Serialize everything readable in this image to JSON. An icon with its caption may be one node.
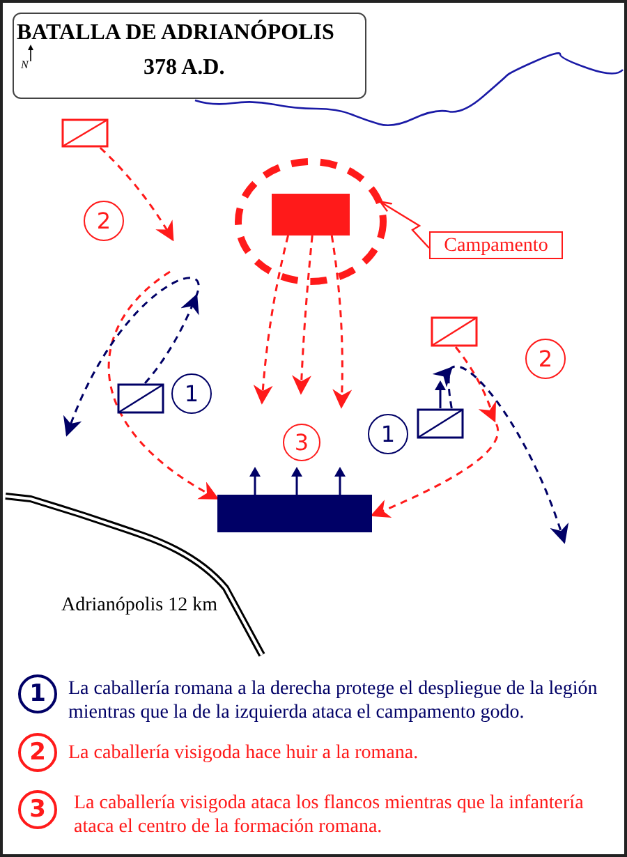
{
  "diagram": {
    "title": "BATALLA DE ADRIANÓPOLIS",
    "nodes": [
      {
        "text": [],
        "shape": "box"
      },
      {
        "text": [],
        "shape": "circle"
      },
      {
        "text": [],
        "shape": "box",
        "in": 1
      },
      {
        "text": [
          "Campamento"
        ]
      },
      {
        "text": [],
        "shape": "box"
      },
      {
        "text": [],
        "shape": "box"
      },
      {
        "text": [],
        "shape": "box"
      },
      {
        "text": [],
        "shape": "bar"
      }
    ],
    "edges": [
      {
        "from": 0,
        "to": null,
        "arrow": "to",
        "style": "dashed"
      },
      {
        "from": 2,
        "to": null,
        "arrow": "to",
        "style": "dashed"
      },
      {
        "from": 2,
        "to": null,
        "arrow": "to",
        "style": "dashed"
      },
      {
        "from": 2,
        "to": null,
        "arrow": "to",
        "style": "dashed"
      },
      {
        "from": 3,
        "to": 1,
        "arrow": "to"
      },
      {
        "from": null,
        "to": 7,
        "arrow": "to",
        "style": "dashed"
      },
      {
        "from": 4,
        "to": 7,
        "arrow": "to",
        "style": "dashed"
      },
      {
        "from": 5,
        "to": null,
        "arrow": "to",
        "style": "dashed",
        "color": "#000066"
      },
      {
        "from": 6,
        "to": null,
        "arrow": "to",
        "style": "dashed",
        "color": "#000066"
      }
    ],
    "labels": [
      "378 A.D.",
      "N",
      "2",
      "1",
      "3",
      "2",
      "1",
      "Adrianópolis 12 km",
      "1",
      "2",
      "3"
    ],
    "legend": [
      {
        "text": "La caballería romana a la derecha protege el despliegue de la legión mientras que la de la izquierda ataca el campamento godo."
      },
      {
        "text": "La caballería visigoda hace huir a la romana."
      },
      {
        "text": "La caballería visigoda ataca los flancos mientras que la infantería ataca el centro de la formación romana."
      }
    ]
  }
}
